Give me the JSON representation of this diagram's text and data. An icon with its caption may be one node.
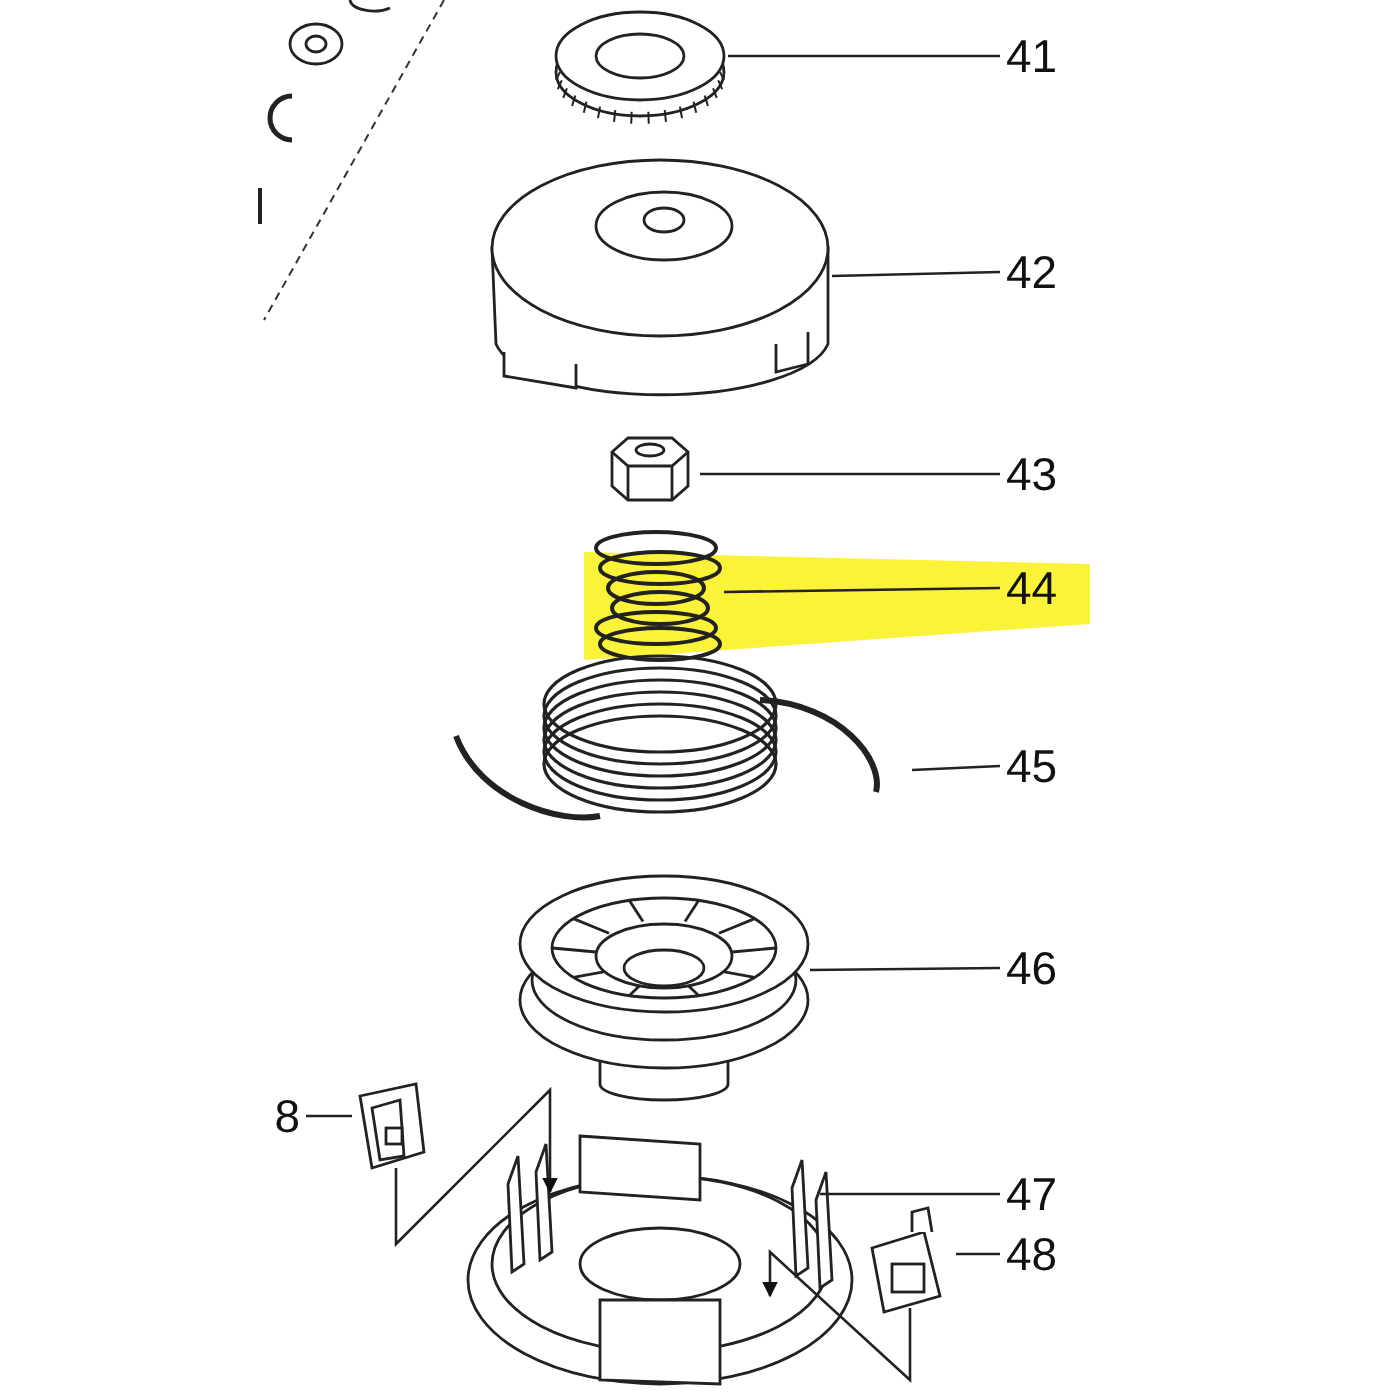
{
  "diagram": {
    "nodes": [
      {
        "text": [
          "41"
        ]
      },
      {
        "text": [],
        "shape": "picture"
      },
      {
        "text": [
          "42"
        ]
      },
      {
        "text": [],
        "shape": "picture"
      },
      {
        "text": [
          "43"
        ]
      },
      {
        "text": [],
        "shape": "picture"
      },
      {
        "text": [
          "44"
        ]
      },
      {
        "text": [],
        "shape": "picture"
      },
      {
        "text": [
          "45"
        ]
      },
      {
        "text": [],
        "shape": "picture"
      },
      {
        "text": [
          "46"
        ]
      },
      {
        "text": [],
        "shape": "picture"
      },
      {
        "text": [
          "8"
        ]
      },
      {
        "text": [],
        "shape": "picture"
      },
      {
        "text": [
          "47"
        ]
      },
      {
        "text": [],
        "shape": "picture"
      },
      {
        "text": [
          "48"
        ]
      },
      {
        "text": [],
        "shape": "picture"
      }
    ],
    "edges": [
      {
        "from": 0,
        "to": 1,
        "arrow": "none"
      },
      {
        "from": 2,
        "to": 3,
        "arrow": "none"
      },
      {
        "from": 4,
        "to": 5,
        "arrow": "none"
      },
      {
        "from": 6,
        "to": 7,
        "arrow": "none"
      },
      {
        "from": 8,
        "to": 9,
        "arrow": "none"
      },
      {
        "from": 10,
        "to": 11,
        "arrow": "none"
      },
      {
        "from": 12,
        "to": 13,
        "arrow": "none"
      },
      {
        "from": 14,
        "to": 15,
        "arrow": "none"
      },
      {
        "from": 16,
        "to": 17,
        "arrow": "none"
      },
      {
        "from": 13,
        "to": 15,
        "arrow": "to"
      },
      {
        "from": 17,
        "to": 15,
        "arrow": "to"
      }
    ]
  }
}
